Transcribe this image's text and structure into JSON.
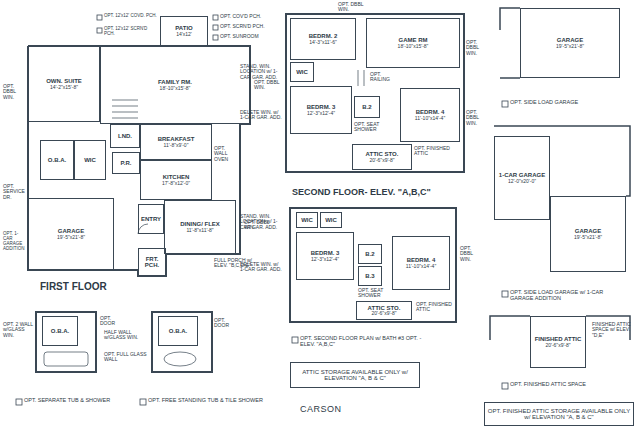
{
  "diagram": {
    "title": "CARSON",
    "nodes": [
      {
        "text": [
          "PATIO",
          "14'x12'"
        ]
      },
      {
        "text": [
          "OWN. SUITE",
          "14'-2\"x15'-8\""
        ]
      },
      {
        "text": [
          "FAMILY RM.",
          "18'-10\"x15'-8\""
        ]
      },
      {
        "text": [
          "LND."
        ]
      },
      {
        "text": [
          "BREAKFAST",
          "11'-8\"x9'-0\""
        ]
      },
      {
        "text": [
          "O.B.A."
        ]
      },
      {
        "text": [
          "WIC"
        ]
      },
      {
        "text": [
          "P.R."
        ]
      },
      {
        "text": [
          "KITCHEN",
          "17'-8\"x12'-0\""
        ]
      },
      {
        "text": [
          "GARAGE",
          "19'-5\"x21'-8\""
        ]
      },
      {
        "text": [
          "ENTRY"
        ]
      },
      {
        "text": [
          "DINING/ FLEX",
          "11'-8\"x11'-8\""
        ]
      },
      {
        "text": [
          "FRT. PCH."
        ]
      },
      {
        "text": [
          "BEDRM. 2",
          "14'-3\"x11'-6\""
        ]
      },
      {
        "text": [
          "GAME RM",
          "18'-10\"x15'-8\""
        ]
      },
      {
        "text": [
          "WIC"
        ]
      },
      {
        "text": [
          "BEDRM. 3",
          "12'-3\"x12'-4\""
        ]
      },
      {
        "text": [
          "B.2"
        ]
      },
      {
        "text": [
          "BEDRM. 4",
          "11'-10\"x14'-4\""
        ]
      },
      {
        "text": [
          "ATTIC STO.",
          "20'-6\"x9'-8\""
        ]
      },
      {
        "text": [
          "WIC"
        ]
      },
      {
        "text": [
          "WIC"
        ]
      },
      {
        "text": [
          "BEDRM. 3",
          "12'-3\"x12'-4\""
        ]
      },
      {
        "text": [
          "B.2"
        ]
      },
      {
        "text": [
          "B.3"
        ]
      },
      {
        "text": [
          "BEDRM. 4",
          "11'-10\"x14'-4\""
        ]
      },
      {
        "text": [
          "ATTIC STO.",
          "20'-6\"x9'-8\""
        ]
      },
      {
        "text": [
          "ATTIC STORAGE AVAILABLE ONLY w/ ELEVATION \"A, B & C\""
        ]
      },
      {
        "text": [
          "GARAGE",
          "19'-5\"x21'-8\""
        ]
      },
      {
        "text": [
          "1-CAR GARAGE",
          "12'-0\"x20'-0\""
        ]
      },
      {
        "text": [
          "GARAGE",
          "19'-5\"x21'-8\""
        ]
      },
      {
        "text": [
          "FINISHED ATTIC",
          "20'-6\"x9'-8\""
        ]
      },
      {
        "text": [
          "OPT. FINISHED ATTIC STORAGE AVAILABLE ONLY w/ ELEVATION \"A, B & C\""
        ]
      },
      {
        "text": [
          "O.B.A."
        ]
      },
      {
        "text": [
          "O.B.A."
        ]
      }
    ],
    "labels": [
      "OPT. 12'x12' COVD. PCH.",
      "OPT. 12'x12' SCRN'D PCH.",
      "OPT. COV'D PCH.",
      "OPT. SCRN'D PCH.",
      "OPT. SUNROOM",
      "OPT. DBBL WIN.",
      "OPT. DBBL WIN.",
      "OPT. WALL OVEN",
      "OPT. SERVICE DR.",
      "OPT. 1-CAR GARAGE ADDITION",
      "OPT. DBBL WIN.",
      "FULL PORCH w/ ELEV. \"B,C,D,E\"",
      "FIRST FLOOR",
      "STAND. WIN. LOCATION w/ 1-CAR GAR. ADD.",
      "DELETE WIN. w/ 1-CAR GAR. ADD.",
      "OPT. DBBL WIN.",
      "OPT. RAILING",
      "OPT. SEAT SHOWER",
      "OPT. FINISHED ATTIC",
      "OPT. DBBL WIN.",
      "OPT. DBBL WIN.",
      "SECOND FLOOR- ELEV. \"A,B,C\"",
      "STAND. WIN. LOCATION w/ 1-CAR GAR. ADD.",
      "DELETE WIN. w/ 1-CAR GAR. ADD.",
      "OPT. SEAT SHOWER",
      "OPT. FINISHED ATTIC",
      "OPT. DBBL WIN.",
      "OPT. SECOND FLOOR PLAN w/ BATH #3 OPT. - ELEV. \"A,B,C\"",
      "OPT. 2 WALL w/GLASS WIN.",
      "OPT. DOOR",
      "OPT. SEPARATE TUB & SHOWER",
      "HALF WALL w/GLASS WIN.",
      "OPT. FULL GLASS WALL",
      "OPT. DOOR",
      "OPT. FREE STANDING TUB & TILE SHOWER",
      "OPT. SIDE LOAD GARAGE",
      "OPT. SIDE LOAD GARAGE w/ 1-CAR GARAGE ADDITION",
      "FINISHED ATTIC SPACE w/ ELEV. \"D,E\"",
      "OPT. FINISHED ATTIC SPACE"
    ]
  }
}
